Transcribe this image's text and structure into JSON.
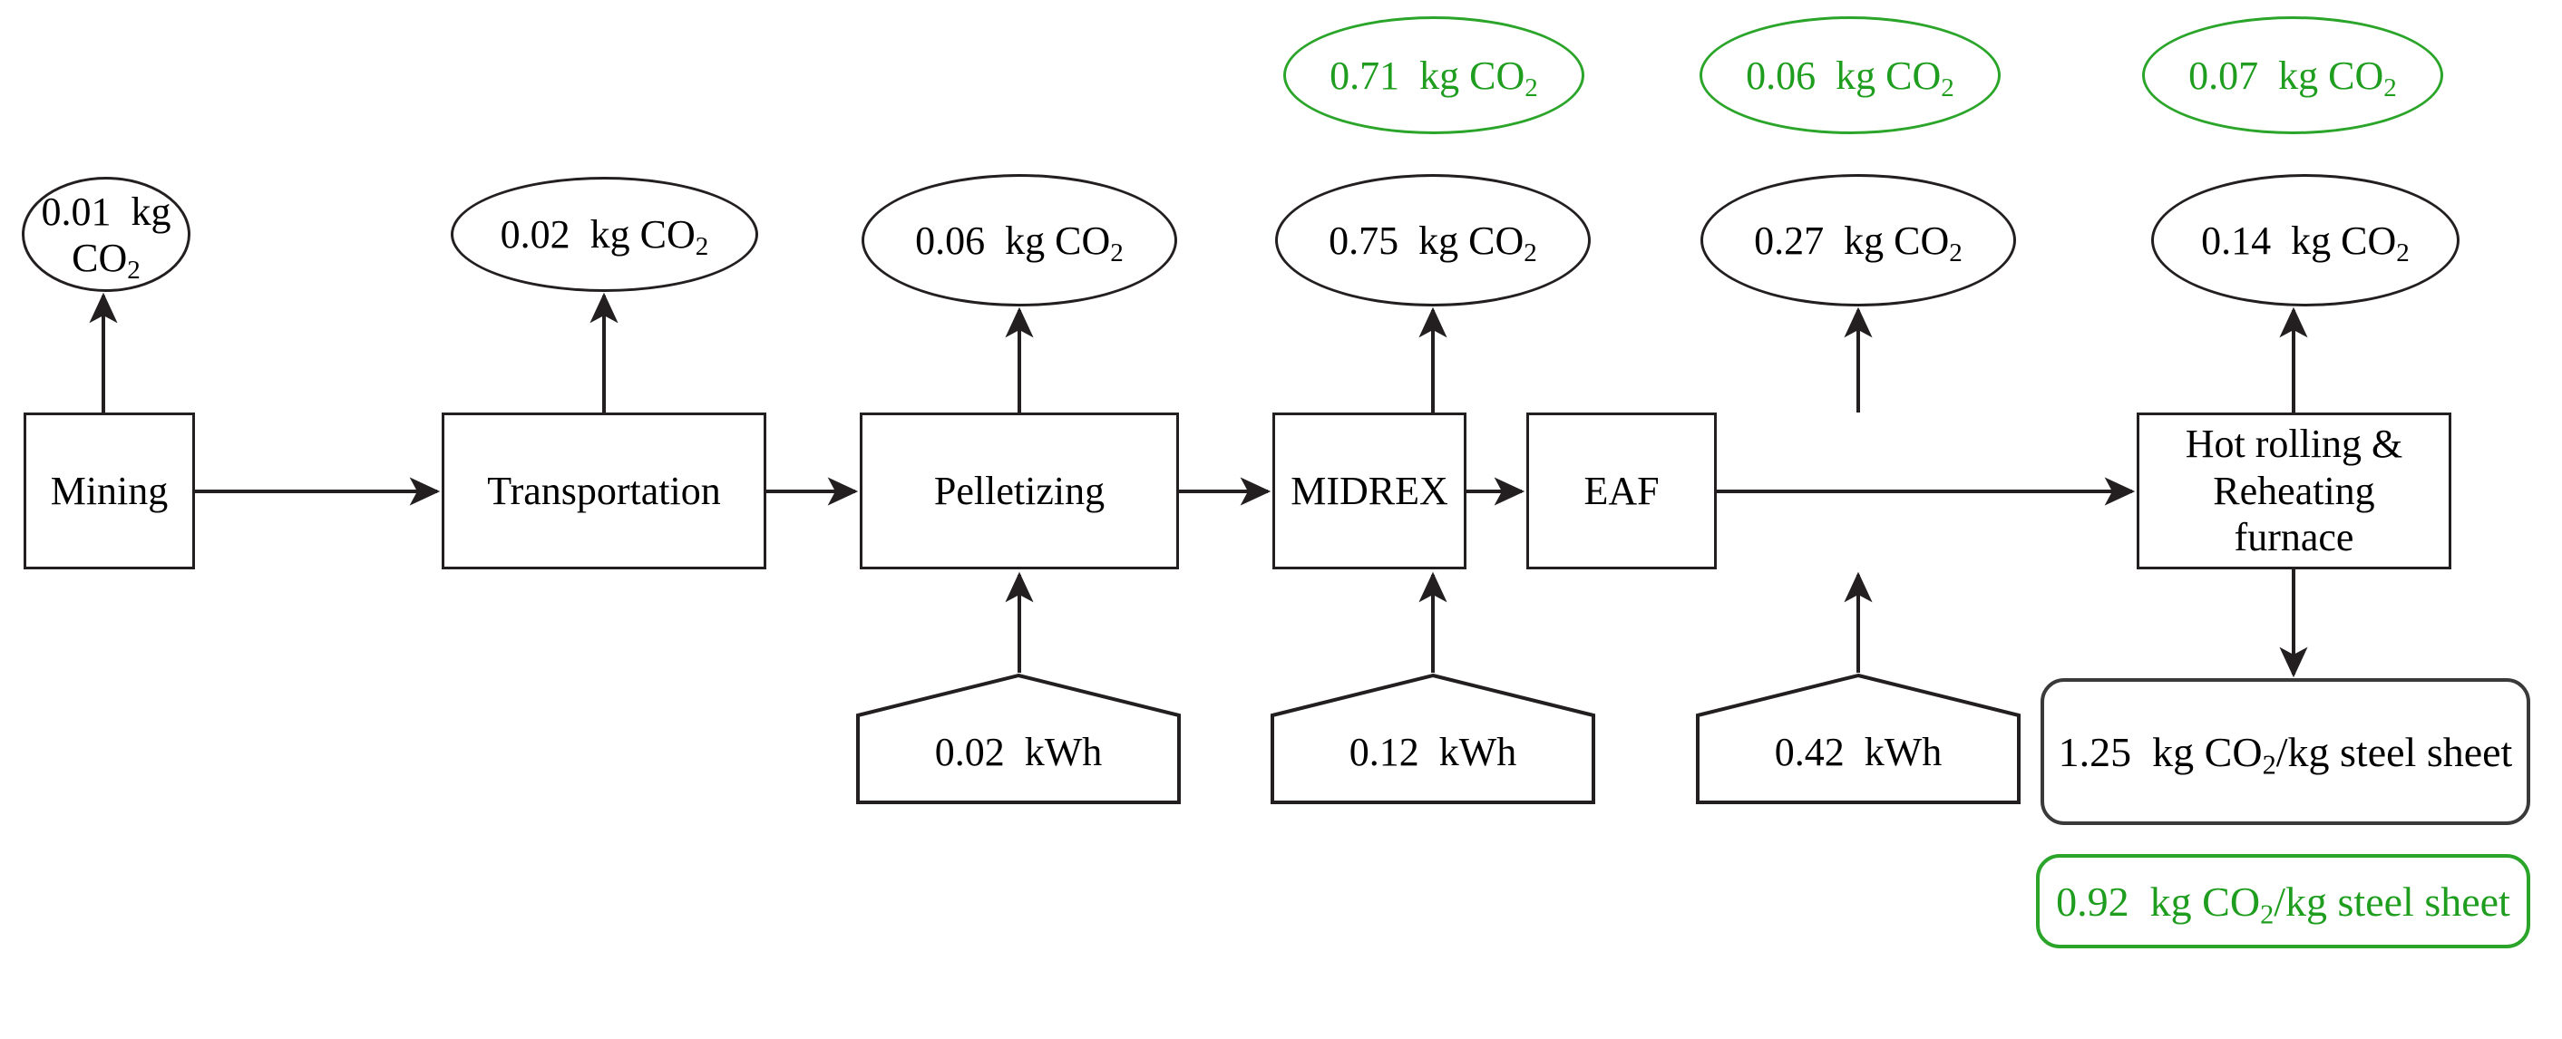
{
  "diagram": {
    "title_visible": false,
    "colors": {
      "stroke_black": "#231f20",
      "stroke_green": "#2aa52a",
      "text_green": "#1f9d1f",
      "text_black": "#000000",
      "background": "#ffffff"
    },
    "process_steps": [
      {
        "id": "mining",
        "label": "Mining"
      },
      {
        "id": "transportation",
        "label": "Transportation"
      },
      {
        "id": "pelletizing",
        "label": "Pelletizing"
      },
      {
        "id": "midrex",
        "label": "MIDREX"
      },
      {
        "id": "eaf",
        "label": "EAF"
      },
      {
        "id": "hot-rolling",
        "label_line1": "Hot rolling &",
        "label_line2": "Reheating",
        "label_line3": "furnace"
      }
    ],
    "emission_ellipses_black": [
      {
        "id": "mining-emission",
        "value": "0.01",
        "unit": "kg CO",
        "sub": "2"
      },
      {
        "id": "transportation-emission",
        "value": "0.02",
        "unit": "kg CO",
        "sub": "2"
      },
      {
        "id": "pelletizing-emission",
        "value": "0.06",
        "unit": "kg CO",
        "sub": "2"
      },
      {
        "id": "midrex-emission",
        "value": "0.75",
        "unit": "kg CO",
        "sub": "2"
      },
      {
        "id": "eaf-emission",
        "value": "0.27",
        "unit": "kg CO",
        "sub": "2"
      },
      {
        "id": "hot-rolling-emission",
        "value": "0.14",
        "unit": "kg CO",
        "sub": "2"
      }
    ],
    "emission_ellipses_green": [
      {
        "id": "midrex-emission-green",
        "value": "0.71",
        "unit": "kg CO",
        "sub": "2"
      },
      {
        "id": "eaf-emission-green",
        "value": "0.06",
        "unit": "kg CO",
        "sub": "2"
      },
      {
        "id": "hot-rolling-emission-green",
        "value": "0.07",
        "unit": "kg CO",
        "sub": "2"
      }
    ],
    "energy_inputs": [
      {
        "id": "pelletizing-energy",
        "value": "0.02",
        "unit": "kWh"
      },
      {
        "id": "midrex-energy",
        "value": "0.12",
        "unit": "kWh"
      },
      {
        "id": "eaf-energy",
        "value": "0.42",
        "unit": "kWh"
      }
    ],
    "totals": [
      {
        "id": "total-baseline",
        "value": "1.25",
        "unit_a": "kg CO",
        "sub": "2",
        "unit_b": "/kg steel sheet",
        "color": "black"
      },
      {
        "id": "total-green",
        "value": "0.92",
        "unit_a": "kg CO",
        "sub": "2",
        "unit_b": "/kg steel sheet",
        "color": "green"
      }
    ]
  },
  "chart_data": {
    "type": "diagram",
    "title": "Process flow of CO2 emissions for MIDREX-EAF steel sheet production",
    "nodes": [
      "Mining",
      "Transportation",
      "Pelletizing",
      "MIDREX",
      "EAF",
      "Hot rolling & Reheating furnace"
    ],
    "emissions_kg_co2_baseline": [
      0.01,
      0.02,
      0.06,
      0.75,
      0.27,
      0.14
    ],
    "emissions_kg_co2_green": [
      null,
      null,
      null,
      0.71,
      0.06,
      0.07
    ],
    "energy_inputs_kwh": [
      null,
      null,
      0.02,
      0.12,
      0.42,
      null
    ],
    "total_baseline_kg_co2_per_kg_steel_sheet": 1.25,
    "total_green_kg_co2_per_kg_steel_sheet": 0.92
  }
}
